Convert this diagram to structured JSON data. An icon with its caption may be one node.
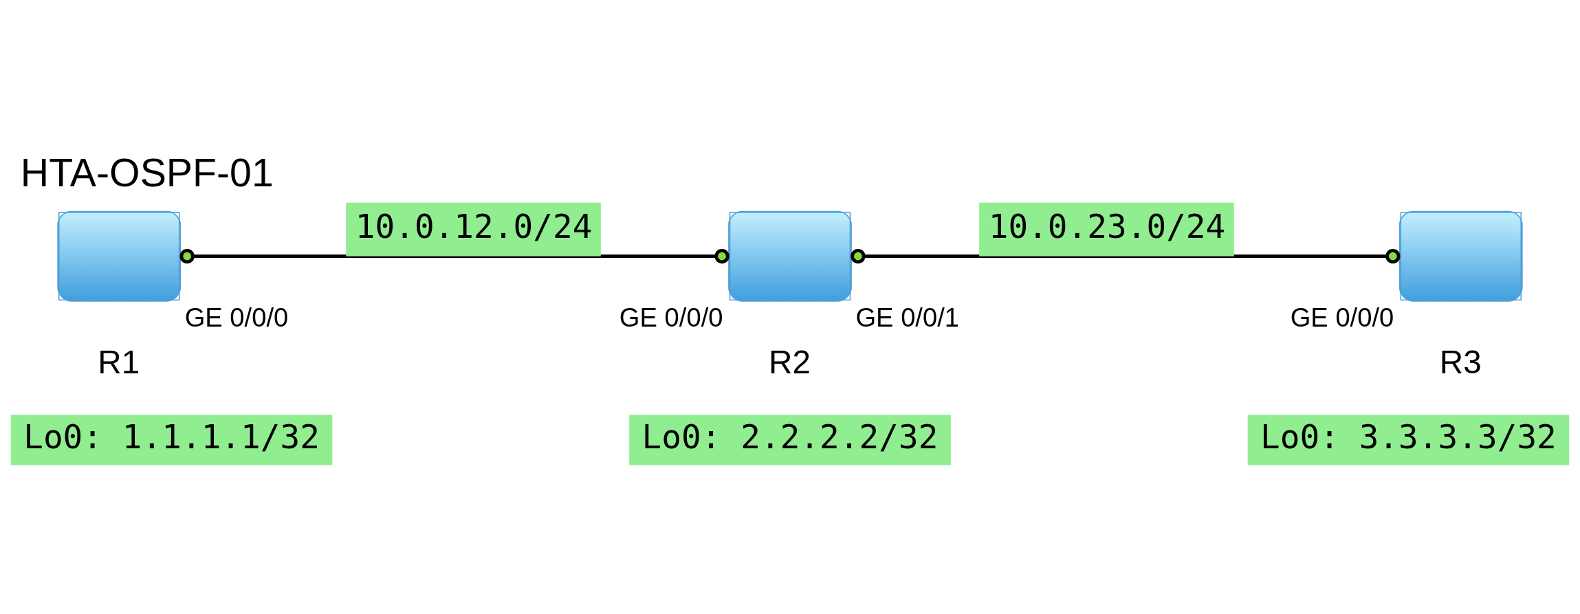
{
  "diagram": {
    "title": "HTA-OSPF-01",
    "nodes": [
      {
        "text": [
          "R1"
        ],
        "beside": [
          "GE 0/0/0"
        ]
      },
      {
        "text": [
          "R2"
        ],
        "beside": [
          "GE 0/0/0",
          "GE 0/0/1"
        ]
      },
      {
        "text": [
          "R3"
        ],
        "beside": [
          "GE 0/0/0"
        ]
      },
      {
        "text": [
          "Lo0: 1.1.1.1/32"
        ]
      },
      {
        "text": [
          "Lo0: 2.2.2.2/32"
        ]
      },
      {
        "text": [
          "Lo0: 3.3.3.3/32"
        ]
      }
    ],
    "edges": [
      {
        "from": 0,
        "to": 1,
        "arrow": "other",
        "label": "10.0.12.0/24"
      },
      {
        "from": 1,
        "to": 2,
        "arrow": "other",
        "label": "10.0.23.0/24"
      }
    ]
  }
}
